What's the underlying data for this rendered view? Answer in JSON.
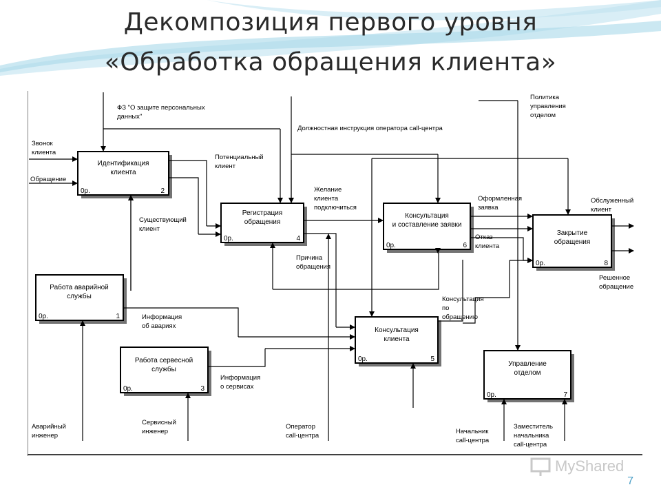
{
  "title": {
    "line1": "Декомпозиция первого уровня",
    "line2": "«Обработка обращения клиента»"
  },
  "slide_number": "7",
  "watermark": "MyShared",
  "colors": {
    "accent": "#4a9ec6",
    "wave": "#a9d8ea"
  },
  "boxes": [
    {
      "id": "b2",
      "label1": "Идентификация",
      "label2": "клиента",
      "cost": "0р.",
      "num": "2"
    },
    {
      "id": "b4",
      "label1": "Регистрация",
      "label2": "обращения",
      "cost": "0р.",
      "num": "4"
    },
    {
      "id": "b6",
      "label1": "Консультация",
      "label2": "и составление заявки",
      "cost": "0р.",
      "num": "6"
    },
    {
      "id": "b8",
      "label1": "Закрытие",
      "label2": "обращения",
      "cost": "0р.",
      "num": "8"
    },
    {
      "id": "b1",
      "label1": "Работа аварийной",
      "label2": "службы",
      "cost": "0р.",
      "num": "1"
    },
    {
      "id": "b5",
      "label1": "Консультация",
      "label2": "клиента",
      "cost": "0р.",
      "num": "5"
    },
    {
      "id": "b3",
      "label1": "Работа сервесной",
      "label2": "службы",
      "cost": "0р.",
      "num": "3"
    },
    {
      "id": "b7",
      "label1": "Управление",
      "label2": "отделом",
      "cost": "0р.",
      "num": "7"
    }
  ],
  "labels": {
    "fz1": "ФЗ \"О защите персональных",
    "fz2": "данных\"",
    "instr": "Должностная инструкция оператора call-центра",
    "policy1": "Политика",
    "policy2": "управления",
    "policy3": "отделом",
    "call1": "Звонок",
    "call2": "клиента",
    "appeal": "Обращение",
    "potential1": "Потенциальный",
    "potential2": "клиент",
    "existing1": "Существующий",
    "existing2": "клиент",
    "wish1": "Желание",
    "wish2": "клиента",
    "wish3": "подключиться",
    "issued1": "Оформленная",
    "issued2": "заявка",
    "refusal1": "Отказ",
    "refusal2": "клиента",
    "served1": "Обслуженный",
    "served2": "клиент",
    "solved1": "Решенное",
    "solved2": "обращение",
    "reason1": "Причина",
    "reason2": "обращения",
    "consult1": "Консультация",
    "consult2": "по",
    "consult3": "обращению",
    "accinfo1": "Информация",
    "accinfo2": "об авариях",
    "servinfo1": "Информация",
    "servinfo2": "о сервисах",
    "acceng1": "Аварийный",
    "acceng2": "инженер",
    "serveng1": "Сервисный",
    "serveng2": "инженер",
    "operator1": "Оператор",
    "operator2": "call-центра",
    "head1": "Начальник",
    "head2": "call-центра",
    "deputy1": "Заместитель",
    "deputy2": "начальника",
    "deputy3": "call-центра"
  }
}
